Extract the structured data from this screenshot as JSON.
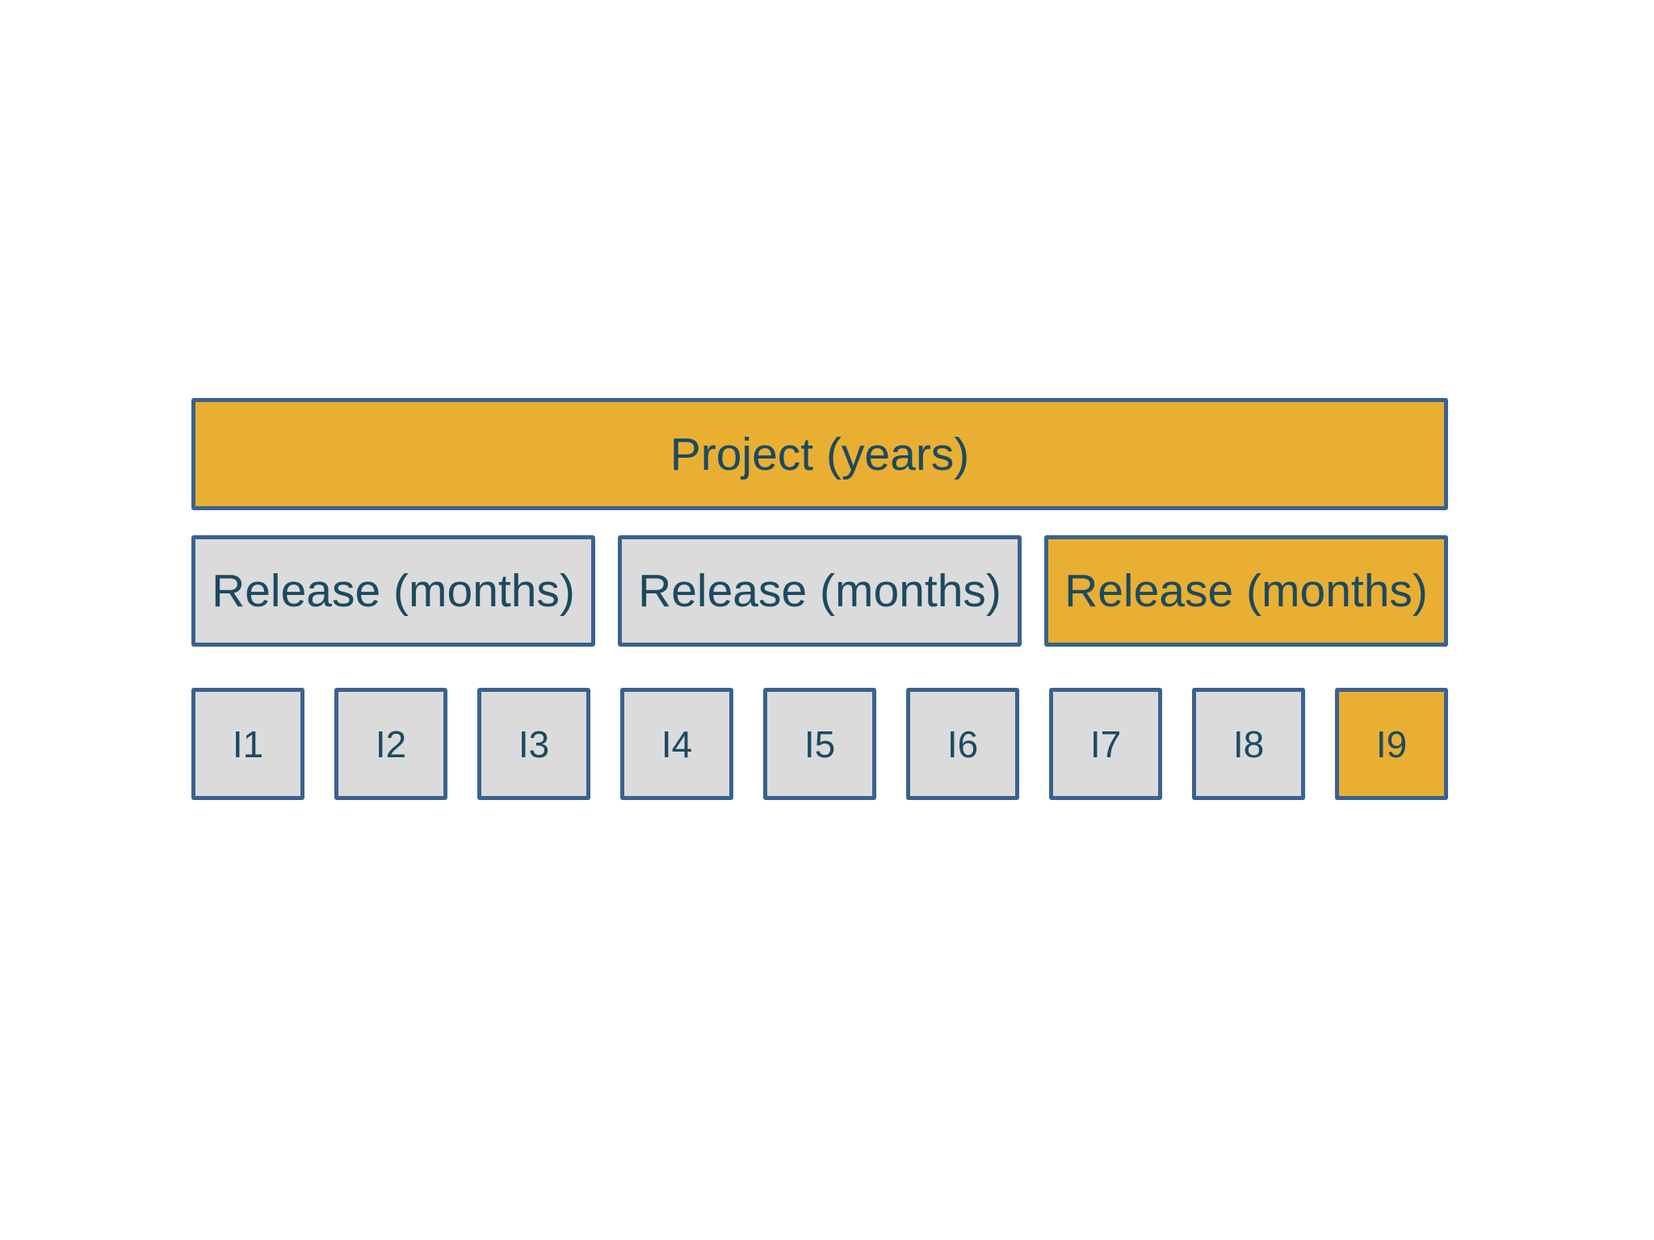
{
  "diagram": {
    "project": {
      "label": "Project (years)",
      "variant": "gold"
    },
    "releases": [
      {
        "label": "Release (months)",
        "variant": "gray"
      },
      {
        "label": "Release (months)",
        "variant": "gray"
      },
      {
        "label": "Release (months)",
        "variant": "gold"
      }
    ],
    "iterations": [
      {
        "label": "I1",
        "variant": "gray"
      },
      {
        "label": "I2",
        "variant": "gray"
      },
      {
        "label": "I3",
        "variant": "gray"
      },
      {
        "label": "I4",
        "variant": "gray"
      },
      {
        "label": "I5",
        "variant": "gray"
      },
      {
        "label": "I6",
        "variant": "gray"
      },
      {
        "label": "I7",
        "variant": "gray"
      },
      {
        "label": "I8",
        "variant": "gray"
      },
      {
        "label": "I9",
        "variant": "gold"
      }
    ]
  },
  "colors": {
    "gold": "#E9AF32",
    "gray": "#DBDBDC",
    "border": "#3A628E",
    "text": "#1C4A60",
    "bg": "#FFFFFF"
  }
}
